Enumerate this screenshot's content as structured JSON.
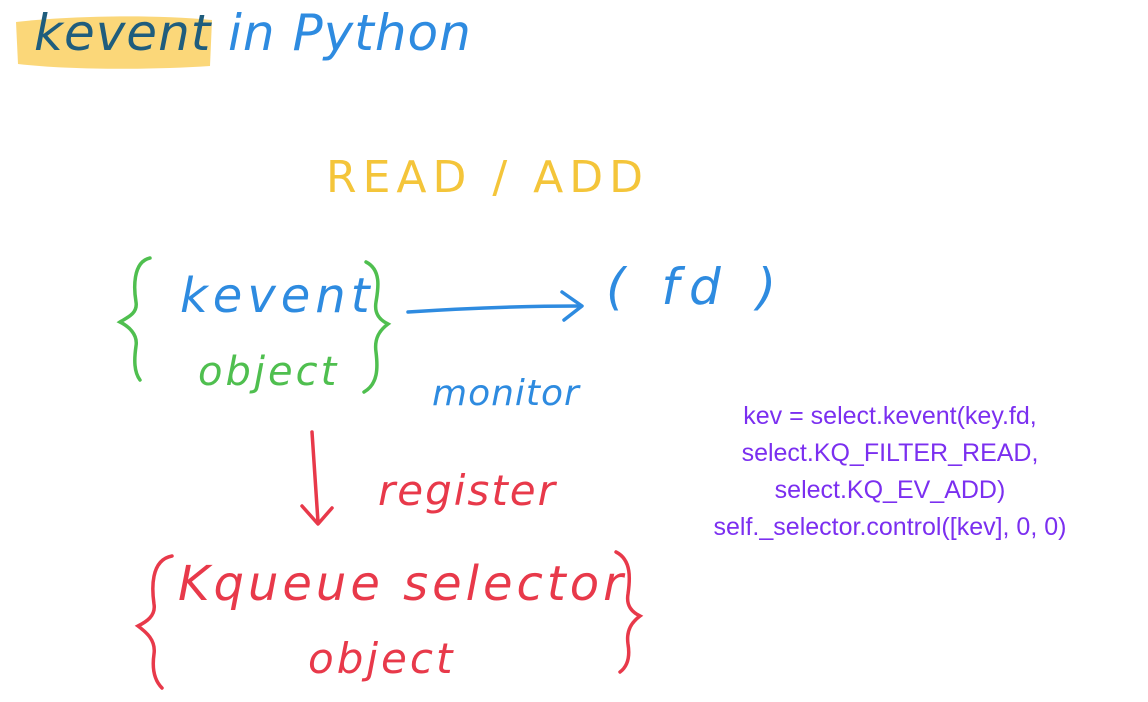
{
  "title": {
    "highlighted": "kevent",
    "rest": "in Python"
  },
  "diagram": {
    "action_label": "READ / ADD",
    "kevent_box": {
      "title": "kevent",
      "subtitle": "object"
    },
    "target": "( fd )",
    "edge_label": "monitor",
    "register_label": "register",
    "selector_box": {
      "title": "Kqueue selector",
      "subtitle": "object"
    }
  },
  "code": {
    "lines": [
      "kev = select.kevent(key.fd,",
      "select.KQ_FILTER_READ,",
      "select.KQ_EV_ADD)",
      "self._selector.control([kev], 0, 0)"
    ]
  },
  "colors": {
    "highlight": "#fbd36a",
    "title_dark": "#1f5d7d",
    "blue": "#2e8be0",
    "yellow": "#f4c53a",
    "green": "#4fbf4f",
    "red": "#e8394a",
    "purple": "#7b2ff0"
  }
}
